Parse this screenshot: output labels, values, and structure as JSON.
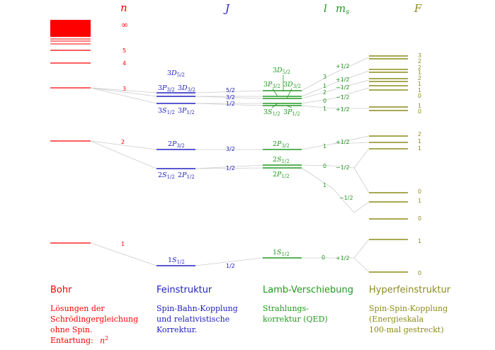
{
  "colors": {
    "bohr": "#ff0000",
    "fein": "#2020c0",
    "lamb": "#229922",
    "hyper": "#8b8b1a",
    "connector": "#cccccc"
  },
  "axes": {
    "n": "n",
    "J": "J",
    "l": "l",
    "ms": "m",
    "ms_sub": "s",
    "F": "F"
  },
  "bohr": {
    "infinity": "∞",
    "labels": [
      "5",
      "4",
      "3",
      "2",
      "1"
    ],
    "heading": "Bohr",
    "desc": [
      "Lösungen der",
      "Schrödingergleichung",
      "ohne Spin.",
      "Entartung:"
    ],
    "degeneracy": "n",
    "degeneracy_exp": "2"
  },
  "fein": {
    "heading": "Feinstruktur",
    "desc": [
      "Spin-Bahn-Kopplung",
      "und relativistische",
      "Korrektur."
    ],
    "j_labels": [
      "5/2",
      "3/2",
      "1/2",
      "3/2",
      "1/2",
      "1/2"
    ],
    "states": {
      "n3_d52": [
        "3",
        "D",
        "5/2"
      ],
      "n3_p32": [
        "3",
        "P",
        "3/2"
      ],
      "n3_d32": [
        "3",
        "D",
        "3/2"
      ],
      "n3_s12": [
        "3",
        "S",
        "1/2"
      ],
      "n3_p12": [
        "3",
        "P",
        "1/2"
      ],
      "n2_p32": [
        "2",
        "P",
        "3/2"
      ],
      "n2_s12": [
        "2",
        "S",
        "1/2"
      ],
      "n2_p12": [
        "2",
        "P",
        "1/2"
      ],
      "n1_s12": [
        "1",
        "S",
        "1/2"
      ]
    }
  },
  "lamb": {
    "heading": "Lamb-Verschiebung",
    "desc": [
      "Strahlungs-",
      "korrektur (QED)"
    ],
    "l_labels": [
      "3",
      "1",
      "2",
      "0",
      "1",
      "1",
      "0",
      "1",
      "0"
    ],
    "ms_labels": [
      "+1/2",
      "+1/2",
      "−1/2",
      "−1/2",
      "+1/2",
      "+1/2",
      "−1/2",
      "−1/2",
      "+1/2"
    ],
    "states": {
      "n3_d52": [
        "3",
        "D",
        "5/2"
      ],
      "n3_p32": [
        "3",
        "P",
        "3/2"
      ],
      "n3_d32": [
        "3",
        "D",
        "3/2"
      ],
      "n3_s12": [
        "3",
        "S",
        "1/2"
      ],
      "n3_p12": [
        "3",
        "P",
        "1/2"
      ],
      "n2_p32": [
        "2",
        "P",
        "3/2"
      ],
      "n2_s12": [
        "2",
        "S",
        "1/2"
      ],
      "n2_p12": [
        "2",
        "P",
        "1/2"
      ],
      "n1_s12": [
        "1",
        "S",
        "1/2"
      ]
    }
  },
  "hyper": {
    "heading": "Hyperfeinstruktur",
    "desc": [
      "Spin-Spin-Kopplung",
      "(Energieskala",
      "100-mal gestreckt)"
    ],
    "f_labels_n3": [
      "3",
      "2",
      "2",
      "1",
      "2",
      "1",
      "1",
      "0",
      "1",
      "0"
    ],
    "f_labels_n2": [
      "2",
      "1",
      "1",
      "0",
      "1",
      "0"
    ],
    "f_labels_n1": [
      "1",
      "0"
    ]
  }
}
